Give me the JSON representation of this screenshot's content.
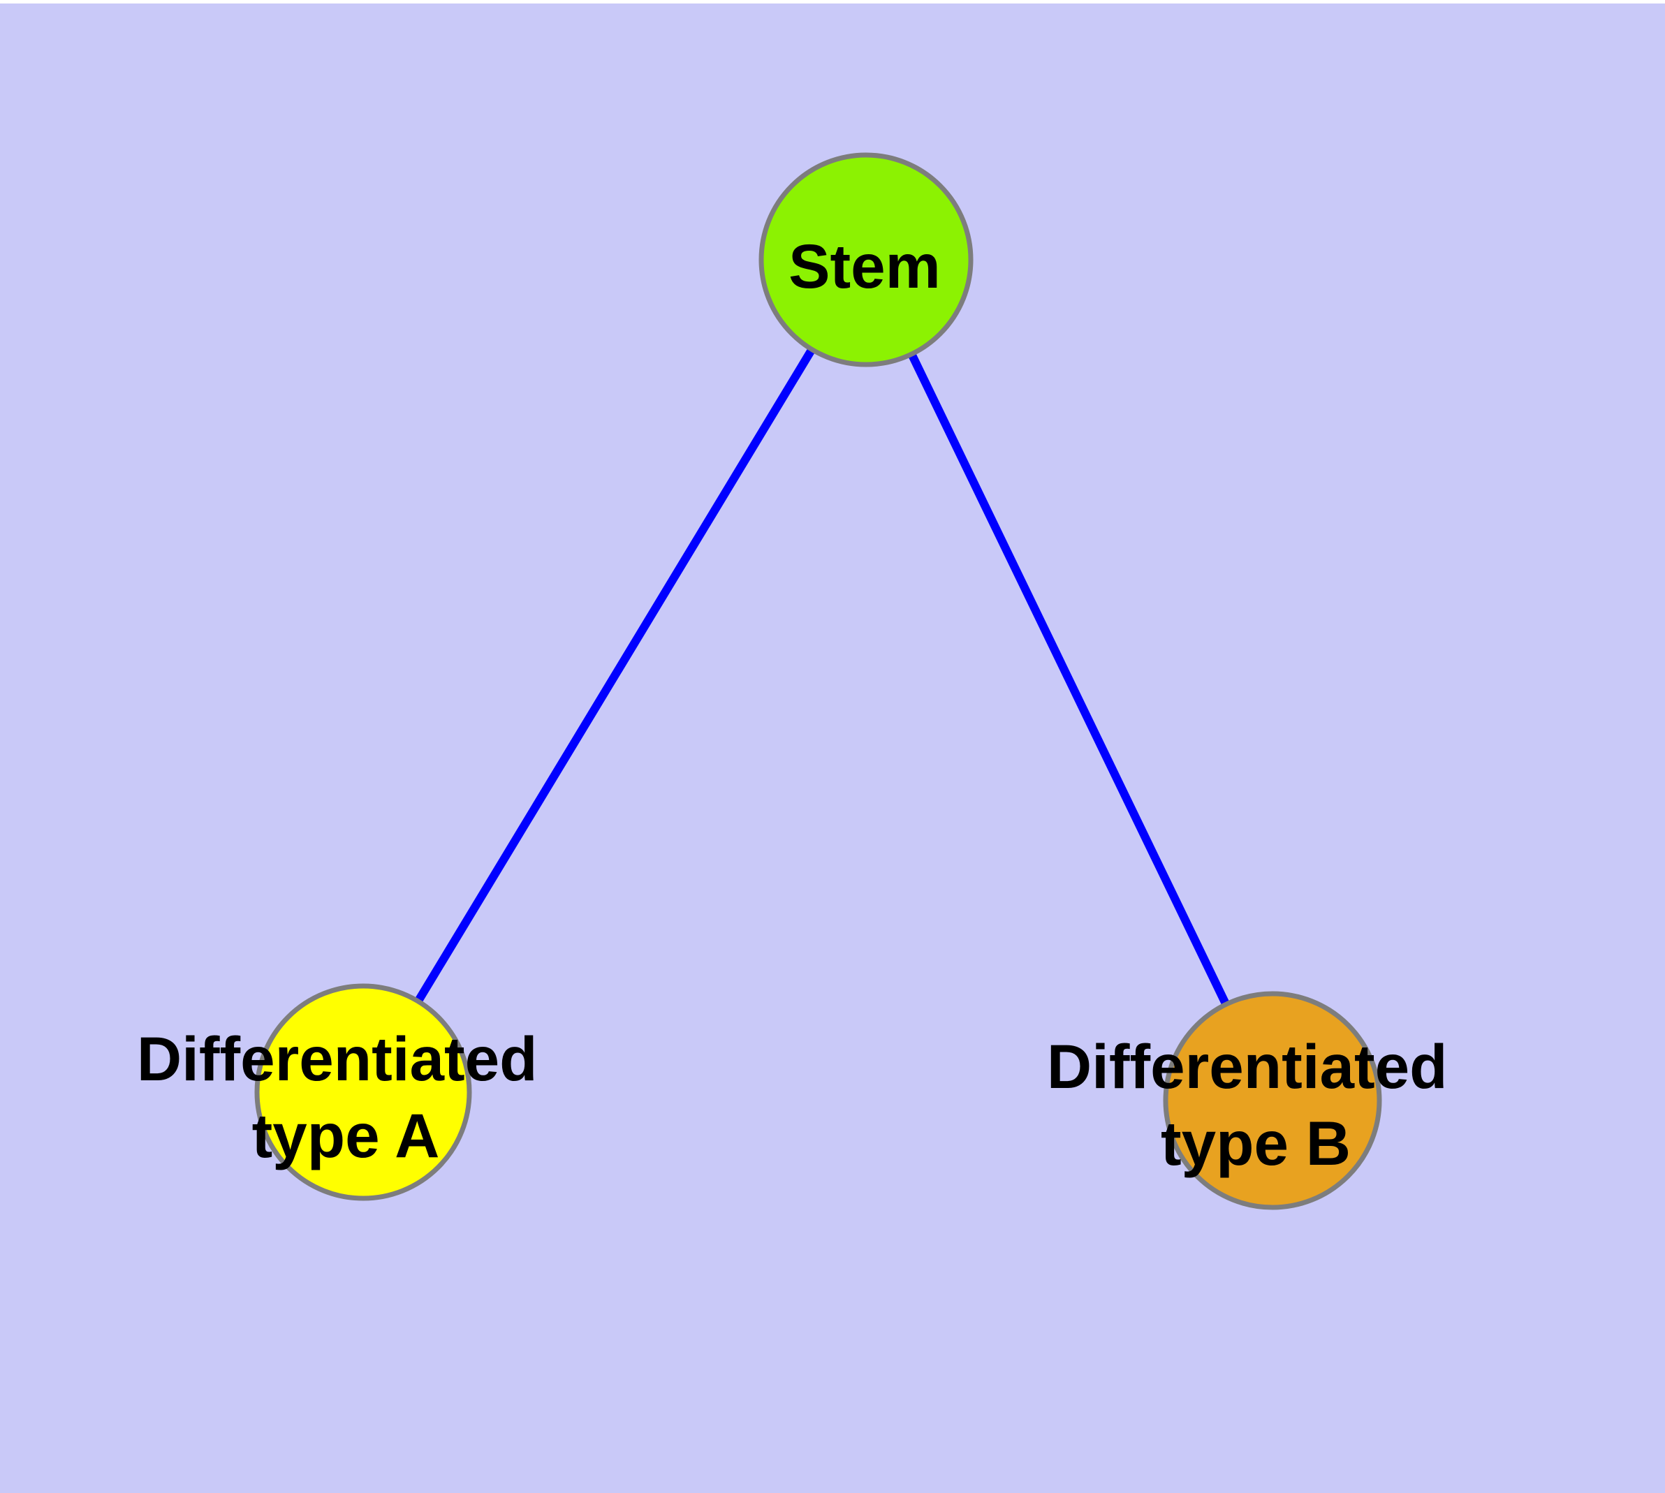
{
  "diagram": {
    "type": "graph",
    "background_color": "#C9C9F8",
    "top_margin_color": "#FFFFFF",
    "edge_color": "#0000FF",
    "node_border_color": "#7D7D7D",
    "label_color": "#000000",
    "nodes": [
      {
        "id": "stem",
        "label": "Stem",
        "color": "#8CF202",
        "lines": [
          "Stem"
        ]
      },
      {
        "id": "differentiated-type-a",
        "label": "Differentiated type A",
        "color": "#FFFF00",
        "lines": [
          "Differentiated",
          "type A"
        ]
      },
      {
        "id": "differentiated-type-b",
        "label": "Differentiated type B",
        "color": "#E8A220",
        "lines": [
          "Differentiated",
          "type B"
        ]
      }
    ],
    "edges": [
      {
        "from": "Stem",
        "to": "Differentiated type A"
      },
      {
        "from": "Stem",
        "to": "Differentiated type B"
      }
    ]
  }
}
